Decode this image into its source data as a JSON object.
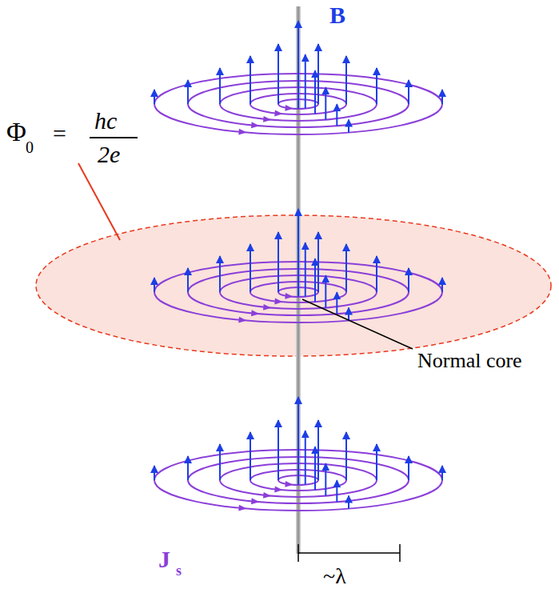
{
  "diagram": {
    "labels": [
      "B",
      "Φ",
      "0",
      "=",
      "hc",
      "2e",
      "Normal core",
      "J",
      "s",
      "~λ"
    ]
  }
}
